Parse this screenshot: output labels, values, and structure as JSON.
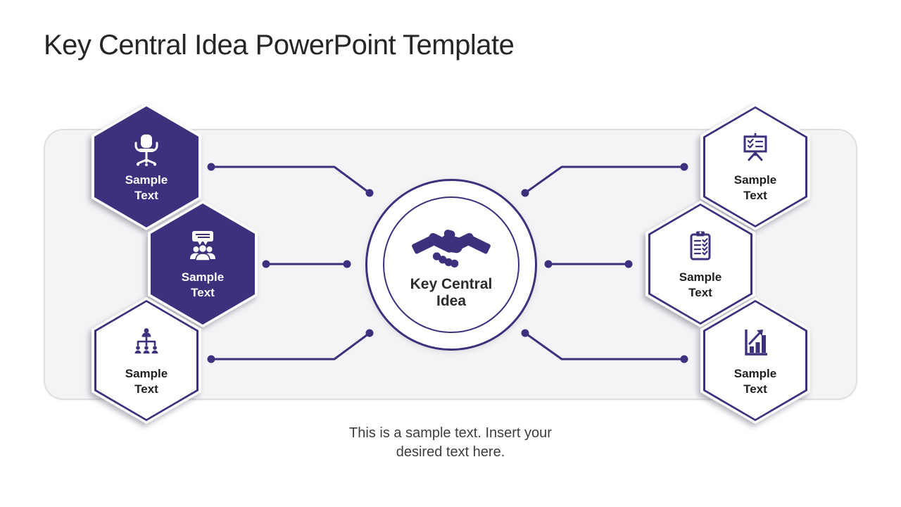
{
  "title": "Key Central Idea PowerPoint Template",
  "center": {
    "label": "Key Central Idea",
    "icon": "handshake-icon"
  },
  "hexagons": [
    {
      "id": "left-top",
      "label": "Sample Text",
      "icon": "office-chair-icon",
      "variant": "filled"
    },
    {
      "id": "left-middle",
      "label": "Sample Text",
      "icon": "team-discussion-icon",
      "variant": "filled"
    },
    {
      "id": "left-bottom",
      "label": "Sample Text",
      "icon": "org-chart-icon",
      "variant": "outline"
    },
    {
      "id": "right-top",
      "label": "Sample Text",
      "icon": "presentation-board-icon",
      "variant": "outline"
    },
    {
      "id": "right-middle",
      "label": "Sample Text",
      "icon": "clipboard-checklist-icon",
      "variant": "outline"
    },
    {
      "id": "right-bottom",
      "label": "Sample Text",
      "icon": "growth-chart-icon",
      "variant": "outline"
    }
  ],
  "caption": "This is a sample text. Insert your desired text here.",
  "colors": {
    "accent": "#3d317e",
    "hex_label_on_filled": "#ffffff",
    "hex_label_on_outline": "#1f1f1f",
    "title_color": "#262626",
    "caption_color": "#3d3d3d",
    "panel_background": "#f4f4f6",
    "panel_border": "#dfdfe1"
  }
}
